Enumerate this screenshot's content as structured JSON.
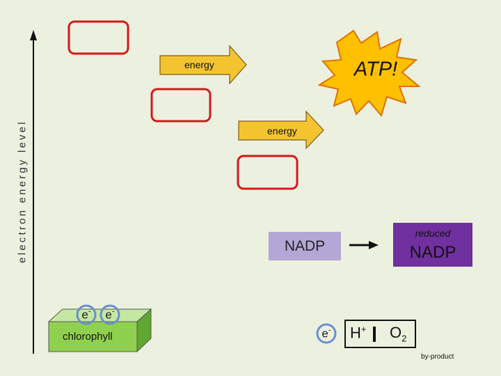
{
  "axis": {
    "label": "electron energy level"
  },
  "arrows": {
    "upper_label": "energy",
    "lower_label": "energy"
  },
  "burst": {
    "label": "ATP!"
  },
  "nadp": {
    "oxidized_label": "NADP",
    "reduced_caption": "reduced",
    "reduced_label": "NADP"
  },
  "chlorophyll": {
    "label": "chlorophyll",
    "electrons": [
      "e",
      "e"
    ],
    "charge": "-"
  },
  "byproducts": {
    "electron": "e",
    "electron_charge": "-",
    "proton": "H",
    "proton_charge": "+",
    "oxygen": "O",
    "oxygen_subscript": "2",
    "caption": "by-product"
  },
  "colors": {
    "box_border": "#d51818",
    "arrow_fill": "#f4c430",
    "arrow_stroke": "#7a5a1a",
    "burst_fill": "#ffc000",
    "burst_stroke": "#e07000",
    "nadp_light": "#b4a7d6",
    "nadp_dark": "#7030a0",
    "block_front": "#8fd14f",
    "block_top": "#c4e8a4",
    "block_side": "#5fa82f",
    "electron_ring": "#6a8fd0"
  }
}
